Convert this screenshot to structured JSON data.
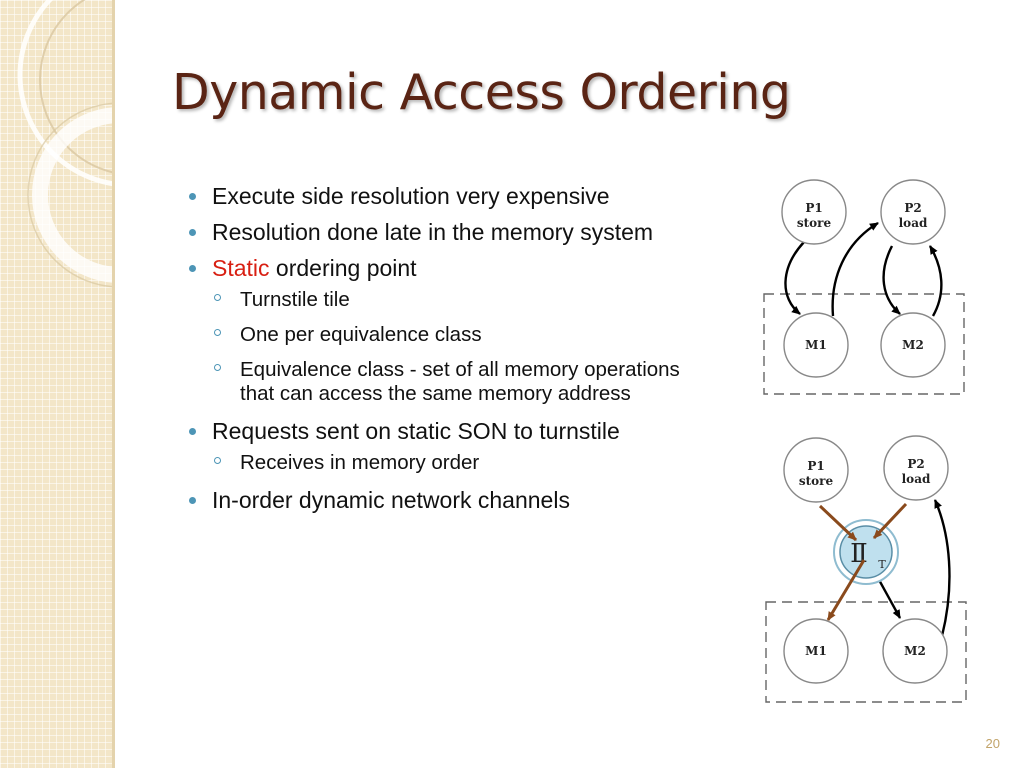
{
  "slide": {
    "title": "Dynamic Access Ordering",
    "page_number": "20"
  },
  "bullets": {
    "b1": "Execute side resolution very expensive",
    "b2": "Resolution done late in the memory system",
    "b3_highlight": "Static",
    "b3_rest": " ordering point",
    "b3_sub1": "Turnstile tile",
    "b3_sub2": "One per equivalence class",
    "b3_sub3": "Equivalence class - set of all memory operations that can access the same memory address",
    "b4": "Requests sent on static SON to turnstile",
    "b4_sub1": "Receives in memory order",
    "b5": "In-order dynamic network channels"
  },
  "diagram_top": {
    "p1_line1": "P1",
    "p1_line2": "store",
    "p2_line1": "P2",
    "p2_line2": "load",
    "m1": "M1",
    "m2": "M2"
  },
  "diagram_bottom": {
    "p1_line1": "P1",
    "p1_line2": "store",
    "p2_line1": "P2",
    "p2_line2": "load",
    "m1": "M1",
    "m2": "M2",
    "turnstile_sub": "T"
  },
  "colors": {
    "title": "#5a2414",
    "bullet_marker": "#4d95b6",
    "highlight": "#d81f12",
    "side_strip": "#f3e6c8",
    "turnstile_fill": "#bfe0ee",
    "turnstile_arrows": "#8a4a1c"
  }
}
